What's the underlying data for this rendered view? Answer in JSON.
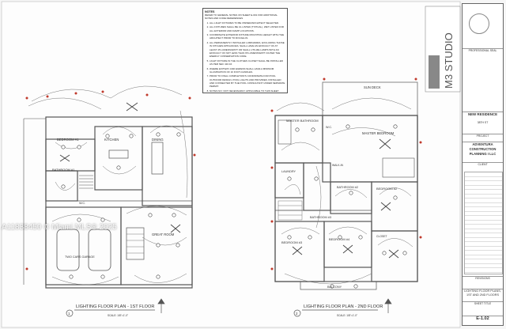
{
  "notes": {
    "title": "NOTES",
    "intro": "REFER TO GENERAL NOTES ON SHEET E-001 FOR ADDITIONAL NOTES AND CODE REFERENCES",
    "items": [
      "ALL LIGHT FIXTURES TO BE OWNER/ARCHITECT SELECTED.",
      "ALL FIXTURES SHALL BE UL LISTED (TYPICAL), WET LISTED FOR ALL EXTERIOR AND DAMP LOCATIONS.",
      "COORDINATE EXTERIOR FIXTURE MOUNTING HEIGHT WITH THE ARCHITECT PRIOR TO ROUGH-IN.",
      "ALL PERMANENTLY INSTALLED LUMINAIRES, EXCLUDING THOSE IN KITCHEN APPLIANCES, SHALL HAVE AN EFFICACY OF AT LEAST 45 LUMENS/WATT OR SHALL UTILIZE LAMPS WITH AN EFFICACY OF NOT LESS THAN 65 LUMENS/WATT AS PER THE ENERGY CONSERVATION CODE.",
      "LIGHT FIXTURE IN THE CLOTHES CLOSET SHALL BE INSTALLED AS PER NEC 410.16.",
      "WHERE EXITWAY AND EGRESS SHALL HAVE A MINIMUM ILLUMINATION OF 10 FOOT-CANDLES.",
      "PRIOR TO FINAL COMPLETION'S COORDINATE FOR POOL OUTDOOR DESIGN, POOL LIGHTS AND PROVIDED, INSTALLED AND CONNECTED BY THE POOL CONSULTANT UNDER SEPARATE PERMIT.",
      "NOTES NO: NOT NECESSARILY APPLICABLE TO THIS SHEET."
    ]
  },
  "plans": {
    "first": {
      "title": "LIGHTING FLOOR PLAN - 1ST FLOOR",
      "number": "1",
      "scale": "SCALE: 1/8\"=1'-0\""
    },
    "second": {
      "title": "LIGHTING FLOOR PLAN - 2ND FLOOR",
      "number": "2",
      "scale": "SCALE: 1/8\"=1'-0\""
    }
  },
  "rooms_first": {
    "bedroom": "BEDROOM #1",
    "bathroom": "BATHROOM #1",
    "kitchen": "KITCHEN",
    "dining": "DINING",
    "great_room": "GREAT ROOM",
    "garage": "TWO CARS GARAGE",
    "wc": "W.C."
  },
  "rooms_second": {
    "sun_deck": "SUN DECK",
    "master_bathroom": "MASTER BATHROOM",
    "master_bedroom": "MASTER BEDROOM",
    "wc": "W.C.",
    "laundry": "LAUNDRY",
    "bathroom2": "BATHROOM #2",
    "bathroom3": "BATHROOM #3",
    "bedroom2": "BEDROOM #2",
    "bedroom3": "BEDROOM #3",
    "bedroom4": "BEDROOM #4",
    "balcony": "BALCONY",
    "walk_in": "WALK-IN",
    "closet": "CLOSET"
  },
  "title_block": {
    "seal": "PROFESSIONAL SEAL",
    "firm": "M3 STUDIO",
    "project_header": "NEW RESIDENCE",
    "project_address": "38TH ST",
    "project_label": "PROJECT",
    "client_name": "ADVENTURA CONSTRUCTION PLANNING I LLC",
    "client_label": "CLIENT",
    "revisions": "REVISIONS",
    "sheet_title": "LIGHTING FLOOR PLANS, 1ST AND 2ND FLOORS",
    "sheet_title_label": "SHEET TITLE",
    "sheet_number": "E-1.02"
  },
  "watermark": "A11838450 © Miami MLS® 2025",
  "colors": {
    "accent": "#c0392b",
    "line": "#555555"
  }
}
